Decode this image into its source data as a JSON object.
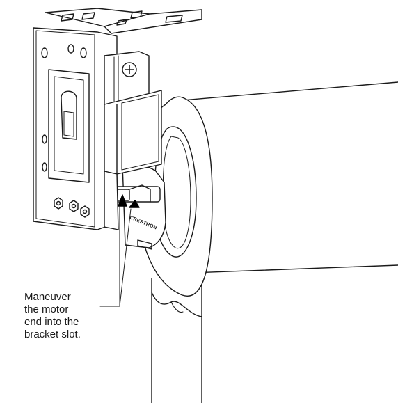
{
  "callout": {
    "lines": [
      "Maneuver",
      "the motor",
      "end into the",
      "bracket slot."
    ]
  },
  "motor": {
    "brand_label": "CRESTRON"
  },
  "colors": {
    "line": "#1a1a1a",
    "fill": "#ffffff",
    "shade": "#bdbdbd",
    "arrow": "#000000"
  }
}
